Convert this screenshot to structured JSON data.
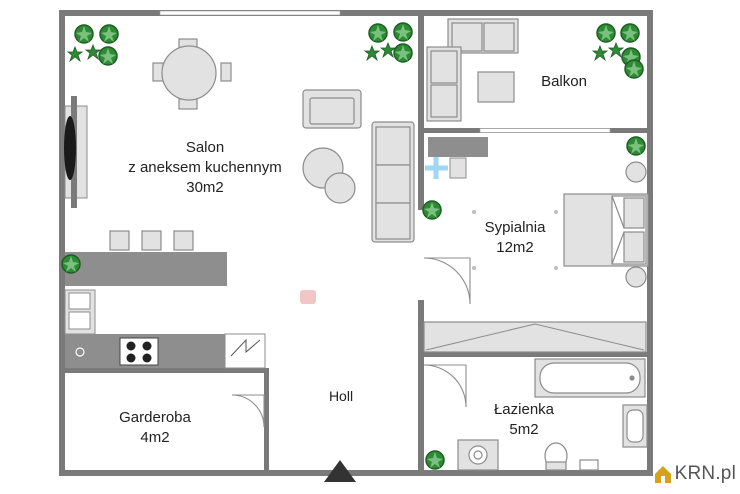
{
  "rooms": {
    "salon": {
      "name": "Salon",
      "subtitle": "z aneksem kuchennym",
      "area": "30m2"
    },
    "sypialnia": {
      "name": "Sypialnia",
      "area": "12m2"
    },
    "balkon": {
      "name": "Balkon"
    },
    "garderoba": {
      "name": "Garderoba",
      "area": "4m2"
    },
    "holl": {
      "name": "Holl"
    },
    "lazienka": {
      "name": "Łazienka",
      "area": "5m2"
    }
  },
  "watermark": {
    "text": "KRN.pl"
  },
  "colors": {
    "wall": "#7a7a7a",
    "furniture_fill": "#e2e2e2",
    "furniture_stroke": "#8c8c8c",
    "counter": "#8e8e8e",
    "plant_green": "#2e8a34",
    "plant_dark": "#1f5e24",
    "accent_blue": "#9fd6f3",
    "watermark_gold": "#d4a21e"
  }
}
